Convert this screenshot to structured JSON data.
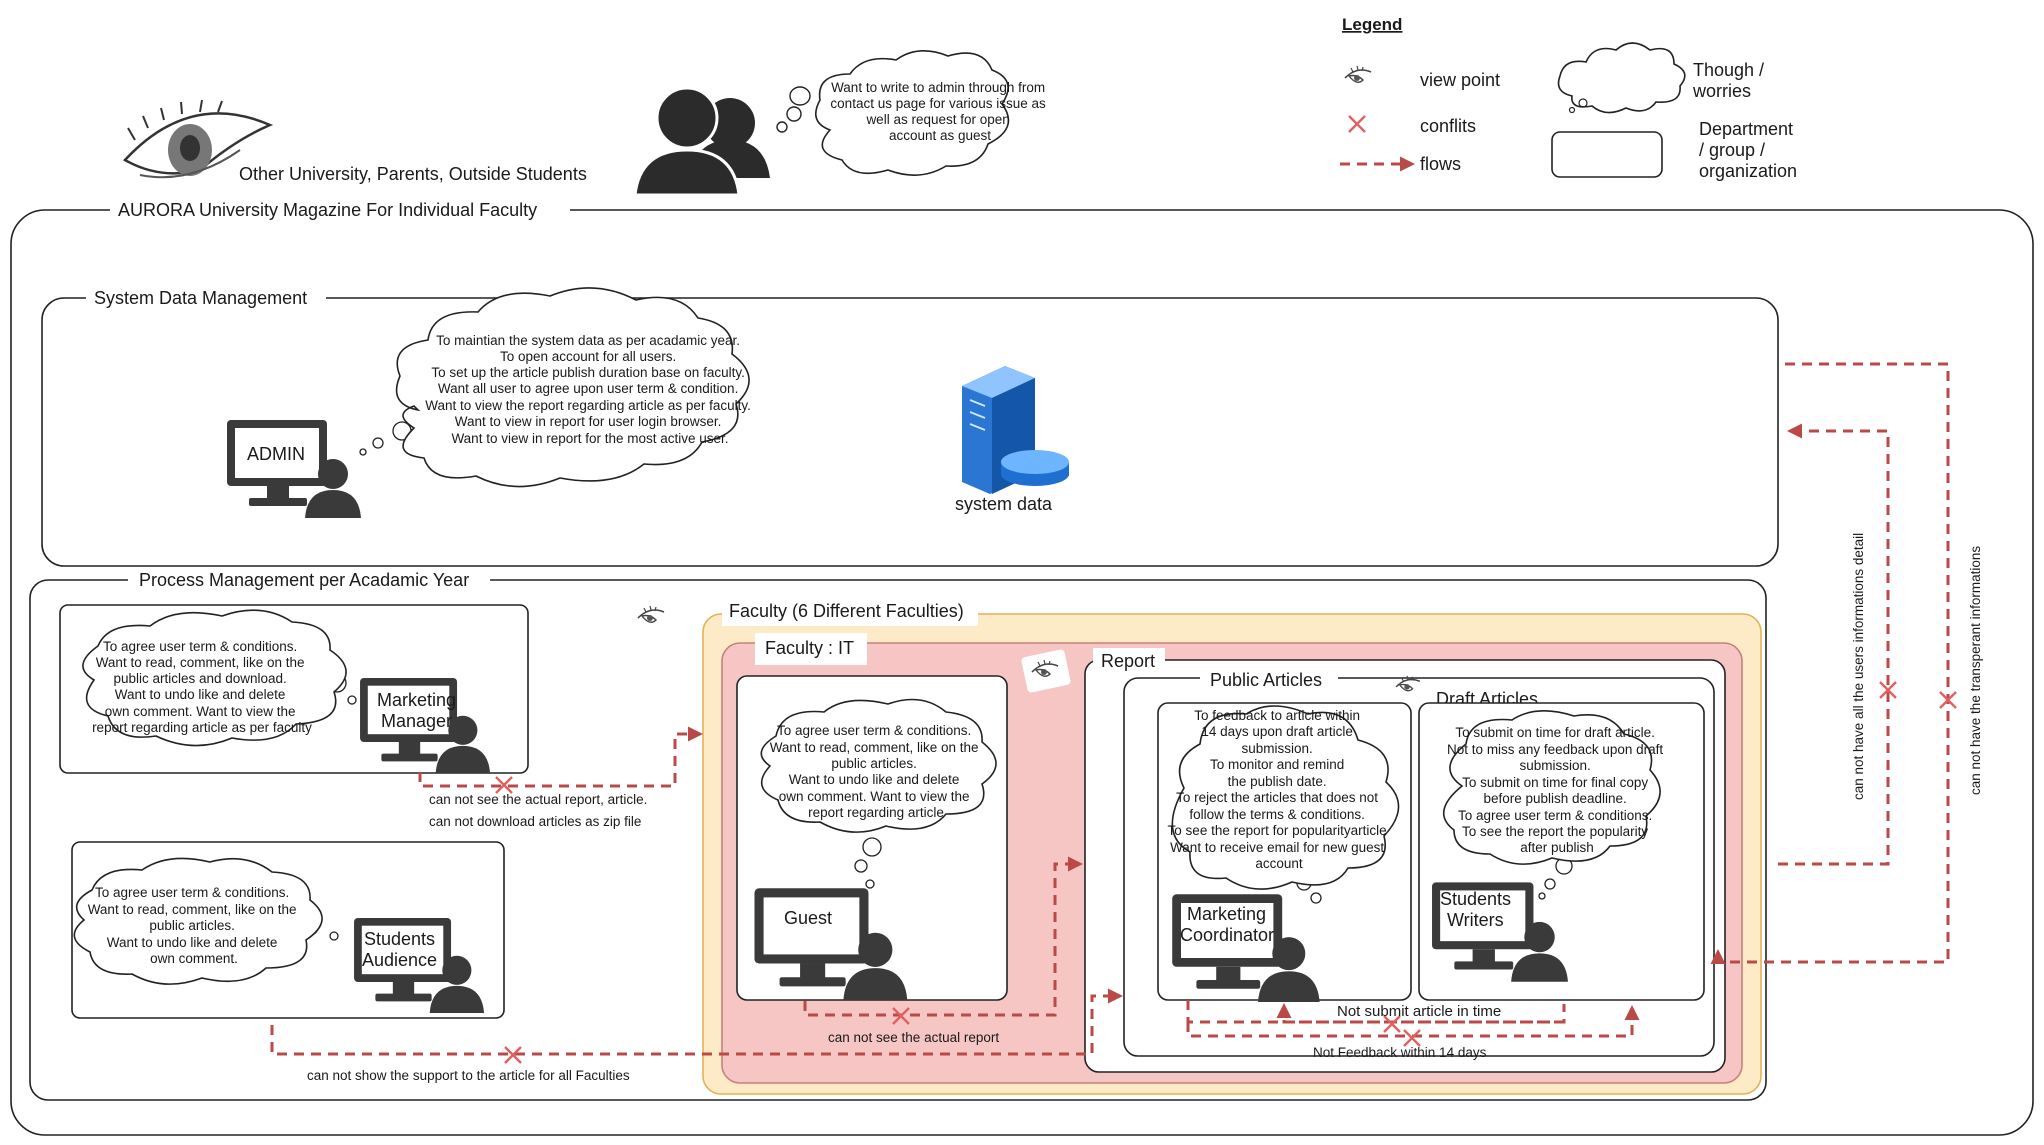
{
  "legend": {
    "title": "Legend",
    "view_point": "view point",
    "conflits": "conflits",
    "flows": "flows",
    "though_worries": [
      "Though /",
      "worries"
    ],
    "department": [
      "Department",
      "/ group /",
      "organization"
    ]
  },
  "top": {
    "viewer_label": "Other University, Parents, Outside Students",
    "outer_cloud": [
      "Want to write to admin through from",
      "contact us page for various issue as",
      "well as request for open",
      "account as guest"
    ]
  },
  "frames": {
    "outer": "AURORA University Magazine For Individual Faculty",
    "system": "System Data Management",
    "process": "Process Management per Acadamic Year",
    "faculty": "Faculty (6 Different Faculties)",
    "faculty_it": "Faculty : IT",
    "report": "Report",
    "public": "Public Articles",
    "draft": "Draft Articles"
  },
  "system": {
    "admin_label": "ADMIN",
    "system_data_label": "system data",
    "admin_cloud": [
      "To maintian the system data as per acadamic year.",
      "To open account for all users.",
      "To set up the article publish duration base on faculty.",
      "Want all user to agree upon user term & condition.",
      "Want to view the report regarding article as per faculty.",
      "Want to view in report for user login browser.",
      "Want to view in report for the most active user."
    ]
  },
  "process": {
    "marketing_manager_label": [
      "Marketing",
      "Manager"
    ],
    "marketing_manager_cloud": [
      "To agree user term & conditions.",
      "Want to read, comment, like on the",
      "public articles and download.",
      "Want to undo like and delete",
      "own comment. Want to view the",
      "report regarding article as per faculty"
    ],
    "students_audience_label": [
      "Students",
      "Audience"
    ],
    "students_audience_cloud": [
      "To agree user term & conditions.",
      "Want to read, comment, like on the",
      "public articles.",
      "Want to undo like and delete",
      "own comment."
    ],
    "guest_label": "Guest",
    "guest_cloud": [
      "To agree user term & conditions.",
      "Want to read, comment, like on the",
      "public articles.",
      "Want to undo like and delete",
      "own comment. Want to view the",
      "report regarding article"
    ],
    "coordinator_label": [
      "Marketing",
      "Coordinator"
    ],
    "coordinator_cloud": [
      "To feedback to article within",
      "14 days upon draft article",
      "submission.",
      "To monitor and remind",
      "the publish date.",
      "To reject the articles that does not",
      "follow the terms & conditions.",
      "To see the report for popularityarticle",
      "Want to receive email for new guest",
      "account"
    ],
    "writers_label": [
      "Students",
      "Writers"
    ],
    "writers_cloud": [
      "To submit on time for draft article.",
      "Not to miss any feedback upon draft",
      "submission.",
      "To submit on time for final copy",
      "before publish deadline.",
      "To agree user term & conditions.",
      "To see the report the popularity",
      "after publish"
    ]
  },
  "conflicts": {
    "manager": [
      "can not see the actual report, article.",
      "can not download articles as zip file"
    ],
    "audience": "can not show the support to the article for all Faculties",
    "guest": "can not see the actual report",
    "not_submit": "Not submit article in time",
    "not_feedback": "Not Feedback within 14 days",
    "users_detail": "can not have all the users informations detail",
    "transparent": "can not have the transperant informations"
  }
}
